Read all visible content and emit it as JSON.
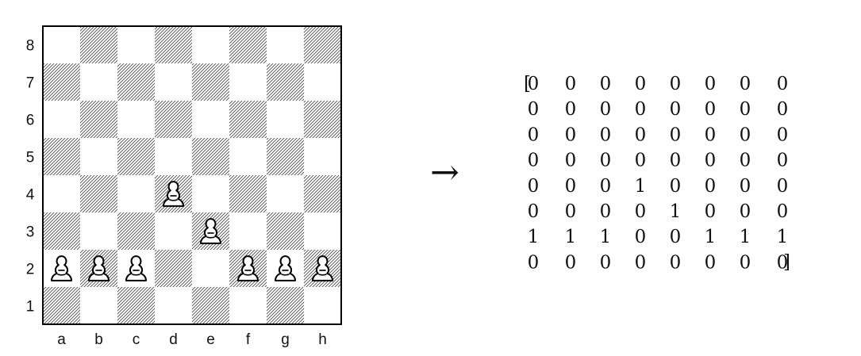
{
  "board": {
    "files": [
      "a",
      "b",
      "c",
      "d",
      "e",
      "f",
      "g",
      "h"
    ],
    "ranks": [
      "8",
      "7",
      "6",
      "5",
      "4",
      "3",
      "2",
      "1"
    ],
    "pieces": [
      {
        "square": "a2",
        "piece": "white-pawn-icon"
      },
      {
        "square": "b2",
        "piece": "white-pawn-icon"
      },
      {
        "square": "c2",
        "piece": "white-pawn-icon"
      },
      {
        "square": "d4",
        "piece": "white-pawn-icon"
      },
      {
        "square": "e3",
        "piece": "white-pawn-icon"
      },
      {
        "square": "f2",
        "piece": "white-pawn-icon"
      },
      {
        "square": "g2",
        "piece": "white-pawn-icon"
      },
      {
        "square": "h2",
        "piece": "white-pawn-icon"
      }
    ],
    "dark_square_style": "diagonal hatching"
  },
  "arrow": {
    "symbol": "→"
  },
  "matrix": {
    "open_bracket": "[",
    "close_bracket": "]",
    "rows": [
      [
        "0",
        "0",
        "0",
        "0",
        "0",
        "0",
        "0",
        "0"
      ],
      [
        "0",
        "0",
        "0",
        "0",
        "0",
        "0",
        "0",
        "0"
      ],
      [
        "0",
        "0",
        "0",
        "0",
        "0",
        "0",
        "0",
        "0"
      ],
      [
        "0",
        "0",
        "0",
        "0",
        "0",
        "0",
        "0",
        "0"
      ],
      [
        "0",
        "0",
        "0",
        "1",
        "0",
        "0",
        "0",
        "0"
      ],
      [
        "0",
        "0",
        "0",
        "0",
        "1",
        "0",
        "0",
        "0"
      ],
      [
        "1",
        "1",
        "1",
        "0",
        "0",
        "1",
        "1",
        "1"
      ],
      [
        "0",
        "0",
        "0",
        "0",
        "0",
        "0",
        "0",
        "0"
      ]
    ]
  }
}
